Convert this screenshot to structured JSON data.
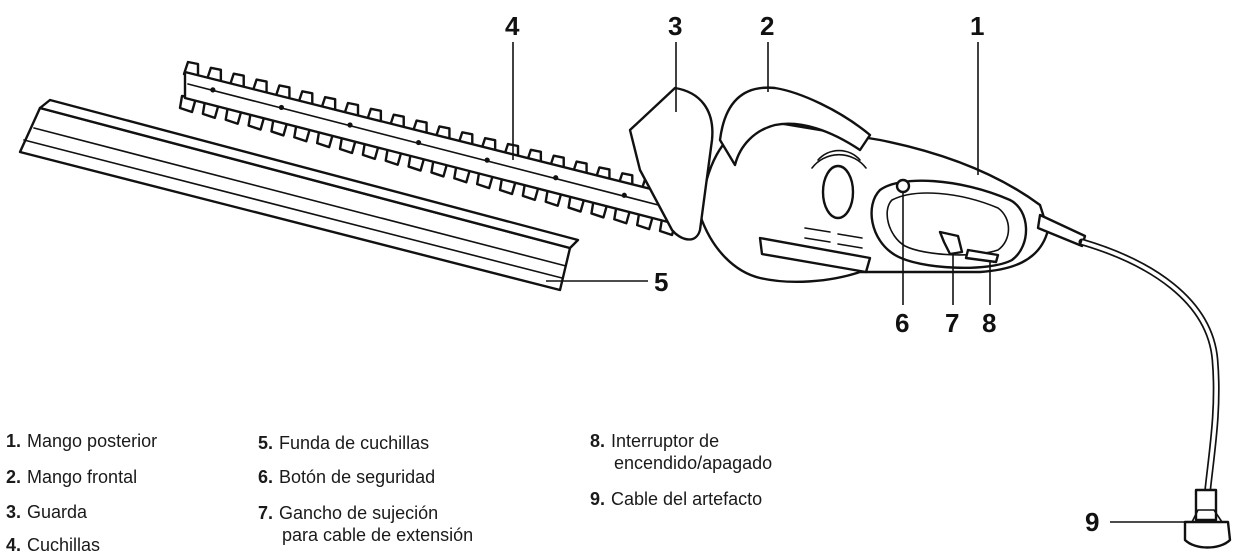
{
  "callouts": {
    "c1": "1",
    "c2": "2",
    "c3": "3",
    "c4": "4",
    "c5": "5",
    "c6": "6",
    "c7": "7",
    "c8": "8",
    "c9": "9"
  },
  "legend": [
    {
      "number": "1.",
      "text": "Mango posterior"
    },
    {
      "number": "2.",
      "text": "Mango frontal"
    },
    {
      "number": "3.",
      "text": "Guarda"
    },
    {
      "number": "4.",
      "text": "Cuchillas"
    },
    {
      "number": "5.",
      "text": "Funda de cuchillas"
    },
    {
      "number": "6.",
      "text": "Botón de seguridad"
    },
    {
      "number": "7.",
      "text": "Gancho de sujeción",
      "text2": "para cable de extensión"
    },
    {
      "number": "8.",
      "text": "Interruptor de",
      "text2": "encendido/apagado"
    },
    {
      "number": "9.",
      "text": "Cable del artefacto"
    }
  ]
}
